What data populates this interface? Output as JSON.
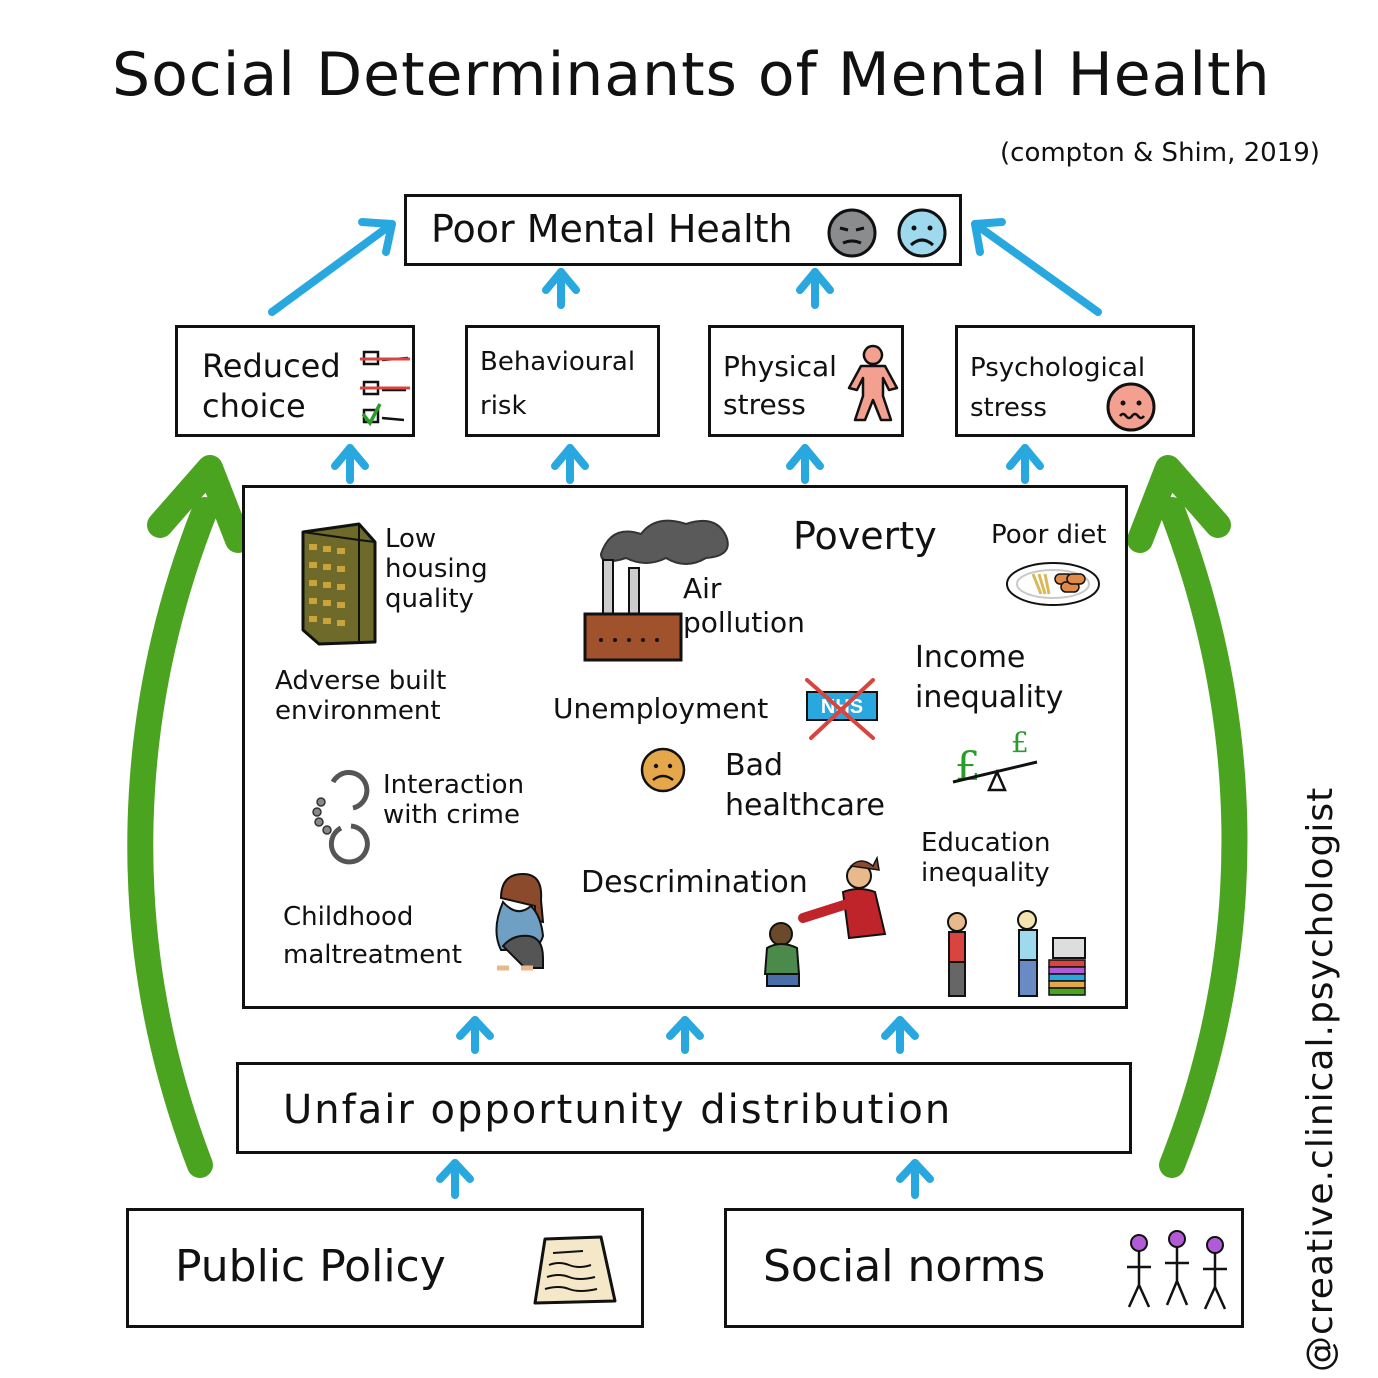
{
  "title": "Social Determinants of Mental Health",
  "citation": "(compton & Shim, 2019)",
  "outcome": {
    "label": "Poor Mental Health",
    "icons": [
      "sad-face-icon-grey",
      "sad-face-icon-blue"
    ]
  },
  "pathways": [
    {
      "label": "Reduced\nchoice",
      "icon": "checklist-icon"
    },
    {
      "label": "Behavioural\nrisk",
      "icon": ""
    },
    {
      "label": "Physical\nstress",
      "icon": "stressed-person-icon"
    },
    {
      "label": "Psychological\nstress",
      "icon": "anxious-face-icon"
    }
  ],
  "factors": {
    "low_housing_quality": "Low\nhousing\nquality",
    "air_pollution": "Air\npollution",
    "poverty": "Poverty",
    "poor_diet": "Poor diet",
    "adverse_built_environment": "Adverse built\nenvironment",
    "unemployment": "Unemployment",
    "bad_healthcare": "Bad\nhealthcare",
    "nhs_sign": "NHS",
    "income_inequality": "Income\ninequality",
    "interaction_with_crime": "Interaction\nwith crime",
    "childhood_maltreatment": "Childhood\nmaltreatment",
    "descrimination": "Descrimination",
    "education_inequality": "Education\ninequality"
  },
  "root_mid": "Unfair opportunity distribution",
  "roots": [
    {
      "label": "Public Policy",
      "icon": "document-icon"
    },
    {
      "label": "Social norms",
      "icon": "people-icon"
    }
  ],
  "watermark": "@creative.clinical.psychologist",
  "colors": {
    "arrow_blue": "#29a8e0",
    "arrow_green": "#4aa41f",
    "face_grey": "#8a8c8e",
    "face_blue": "#9fd9ee",
    "person_pink": "#f4a090",
    "check_green": "#2a9c2a",
    "cross_red": "#d9443f",
    "people_purple": "#b15bd6"
  }
}
